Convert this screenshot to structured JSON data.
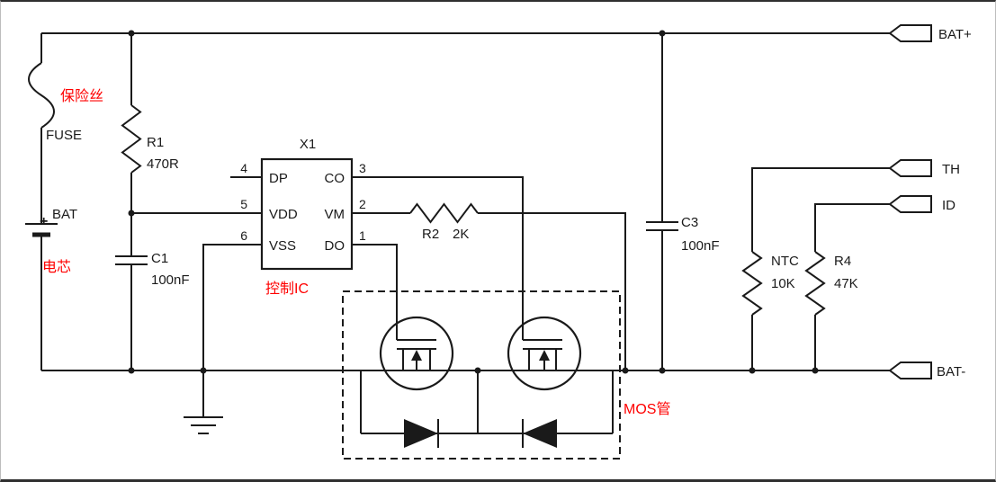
{
  "colors": {
    "wire": "#1a1a1a",
    "annotation": "#ff0000",
    "bg": "#ffffff"
  },
  "annotations": {
    "fuse": "保险丝",
    "cell": "电芯",
    "control_ic": "控制IC",
    "mosfet": "MOS管"
  },
  "components": {
    "fuse": {
      "label": "FUSE"
    },
    "battery": {
      "label": "BAT",
      "polarity": "+"
    },
    "r1": {
      "ref": "R1",
      "value": "470R"
    },
    "c1": {
      "ref": "C1",
      "value": "100nF"
    },
    "x1": {
      "ref": "X1",
      "pins": {
        "dp": {
          "num": "4",
          "name": "DP"
        },
        "vdd": {
          "num": "5",
          "name": "VDD"
        },
        "vss": {
          "num": "6",
          "name": "VSS"
        },
        "co": {
          "num": "3",
          "name": "CO"
        },
        "vm": {
          "num": "2",
          "name": "VM"
        },
        "do": {
          "num": "1",
          "name": "DO"
        }
      }
    },
    "r2": {
      "ref": "R2",
      "value": "2K"
    },
    "c3": {
      "ref": "C3",
      "value": "100nF"
    },
    "ntc": {
      "ref": "NTC",
      "value": "10K"
    },
    "r4": {
      "ref": "R4",
      "value": "47K"
    }
  },
  "connectors": {
    "bat_plus": "BAT+",
    "th": "TH",
    "id": "ID",
    "bat_minus": "BAT-"
  }
}
